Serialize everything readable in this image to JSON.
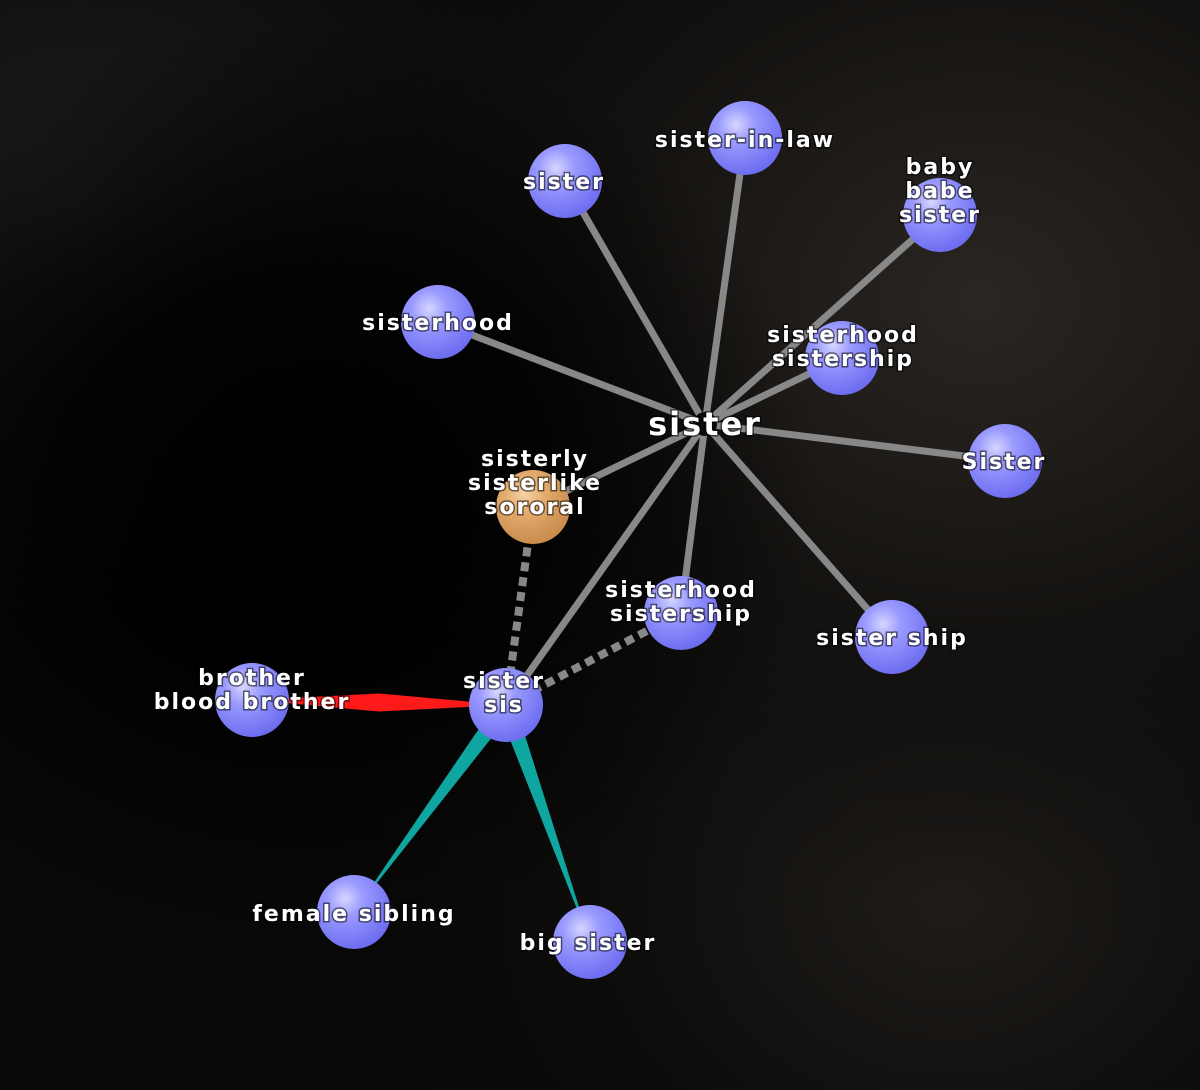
{
  "colors": {
    "node_fill": "#8080ff",
    "node_highlight": "#c8c8ff",
    "adjective_fill": "#e0a868",
    "edge_gray": "#888888",
    "edge_red": "#ff1a1a",
    "edge_teal": "#0fa5a0",
    "label": "#ffffff"
  },
  "graph": {
    "center": {
      "id": "center",
      "lines": [
        "sister"
      ]
    },
    "nodes": [
      {
        "id": "n-sister",
        "lines": [
          "sister"
        ],
        "kind": "noun"
      },
      {
        "id": "n-sister-in-law",
        "lines": [
          "sister-in-law"
        ],
        "kind": "noun"
      },
      {
        "id": "n-baby",
        "lines": [
          "baby",
          "babe",
          "sister"
        ],
        "kind": "noun"
      },
      {
        "id": "n-sisterhood",
        "lines": [
          "sisterhood"
        ],
        "kind": "noun"
      },
      {
        "id": "n-sisterhood-sistership-1",
        "lines": [
          "sisterhood",
          "sistership"
        ],
        "kind": "noun"
      },
      {
        "id": "n-Sister",
        "lines": [
          "Sister"
        ],
        "kind": "noun"
      },
      {
        "id": "n-sisterly",
        "lines": [
          "sisterly",
          "sisterlike",
          "sororal"
        ],
        "kind": "adjective"
      },
      {
        "id": "n-sisterhood-sistership-2",
        "lines": [
          "sisterhood",
          "sistership"
        ],
        "kind": "noun"
      },
      {
        "id": "n-sister-ship",
        "lines": [
          "sister ship"
        ],
        "kind": "noun"
      },
      {
        "id": "n-sister-sis",
        "lines": [
          "sister",
          "sis"
        ],
        "kind": "noun"
      },
      {
        "id": "n-brother",
        "lines": [
          "brother",
          "blood brother"
        ],
        "kind": "noun"
      },
      {
        "id": "n-female-sibling",
        "lines": [
          "female sibling"
        ],
        "kind": "noun"
      },
      {
        "id": "n-big-sister",
        "lines": [
          "big sister"
        ],
        "kind": "noun"
      }
    ],
    "edges": [
      {
        "from": "center",
        "to": "n-sister",
        "style": "solid-gray"
      },
      {
        "from": "center",
        "to": "n-sister-in-law",
        "style": "solid-gray"
      },
      {
        "from": "center",
        "to": "n-baby",
        "style": "solid-gray"
      },
      {
        "from": "center",
        "to": "n-sisterhood",
        "style": "solid-gray"
      },
      {
        "from": "center",
        "to": "n-sisterhood-sistership-1",
        "style": "solid-gray"
      },
      {
        "from": "center",
        "to": "n-Sister",
        "style": "solid-gray"
      },
      {
        "from": "center",
        "to": "n-sisterly",
        "style": "solid-gray"
      },
      {
        "from": "center",
        "to": "n-sisterhood-sistership-2",
        "style": "solid-gray"
      },
      {
        "from": "center",
        "to": "n-sister-ship",
        "style": "solid-gray"
      },
      {
        "from": "center",
        "to": "n-sister-sis",
        "style": "solid-gray"
      },
      {
        "from": "n-sister-sis",
        "to": "n-sisterly",
        "style": "dashed-gray"
      },
      {
        "from": "n-sister-sis",
        "to": "n-sisterhood-sistership-2",
        "style": "dashed-gray"
      },
      {
        "from": "n-sister-sis",
        "to": "n-brother",
        "style": "red-antonym"
      },
      {
        "from": "n-sister-sis",
        "to": "n-female-sibling",
        "style": "teal-taper"
      },
      {
        "from": "n-sister-sis",
        "to": "n-big-sister",
        "style": "teal-taper"
      }
    ]
  }
}
